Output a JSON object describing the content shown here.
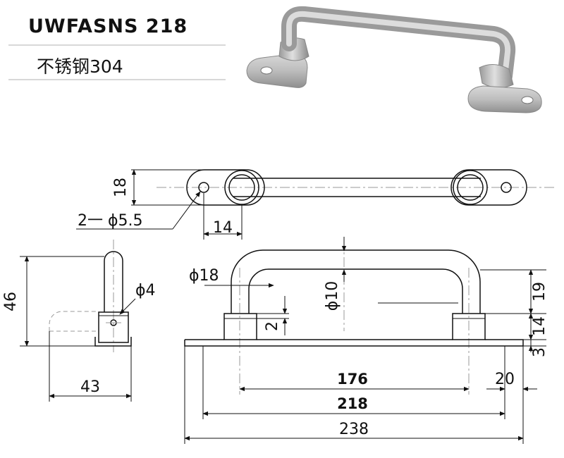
{
  "header": {
    "model": "UWFASNS 218",
    "material": "不锈钢304"
  },
  "dimensions": {
    "width_18": "18",
    "hole": "2一 ϕ5.5",
    "offset_14": "14",
    "height_46": "46",
    "pin_4": "ϕ4",
    "base_43": "43",
    "bar_18": "ϕ18",
    "bar_10": "ϕ10",
    "gap_2": "2",
    "h_19": "19",
    "h_14": "14",
    "h_3": "3",
    "span_176": "176",
    "span_218": "218",
    "span_238": "238",
    "end_20": "20"
  }
}
